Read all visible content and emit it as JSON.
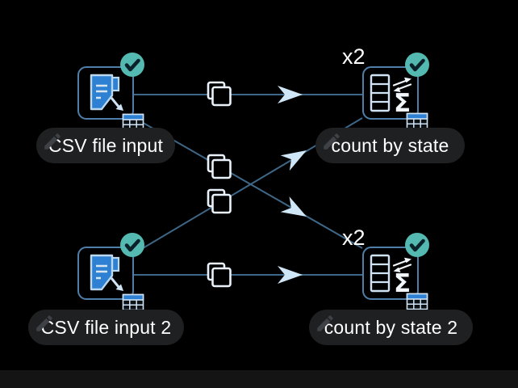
{
  "workflow": {
    "nodes": [
      {
        "label": "CSV file input",
        "type": "csv-file-input",
        "status": "completed"
      },
      {
        "label": "count by state",
        "type": "count-by-state",
        "status": "completed",
        "multiplier": "x2"
      },
      {
        "label": "CSV file input 2",
        "type": "csv-file-input",
        "status": "completed"
      },
      {
        "label": "count by state 2",
        "type": "count-by-state",
        "status": "completed",
        "multiplier": "x2"
      }
    ],
    "connections": [
      {
        "from": "CSV file input",
        "to": "count by state",
        "icon": "copy"
      },
      {
        "from": "CSV file input",
        "to": "count by state 2",
        "icon": "copy"
      },
      {
        "from": "CSV file input 2",
        "to": "count by state",
        "icon": "copy"
      },
      {
        "from": "CSV file input 2",
        "to": "count by state 2",
        "icon": "copy"
      }
    ]
  },
  "icons": {
    "sigma_glyph": "Σ"
  },
  "colors": {
    "background": "#000000",
    "status_success_teal": "#54bab1",
    "icon_blue": "#2e80d2",
    "node_border": "#4f7ea9",
    "connection_line": "#3e6787",
    "icon_outline": "#cfe3f5",
    "arrowhead": "#cfe6f7",
    "label_background": "#1f2021",
    "label_text": "#ffffff"
  }
}
